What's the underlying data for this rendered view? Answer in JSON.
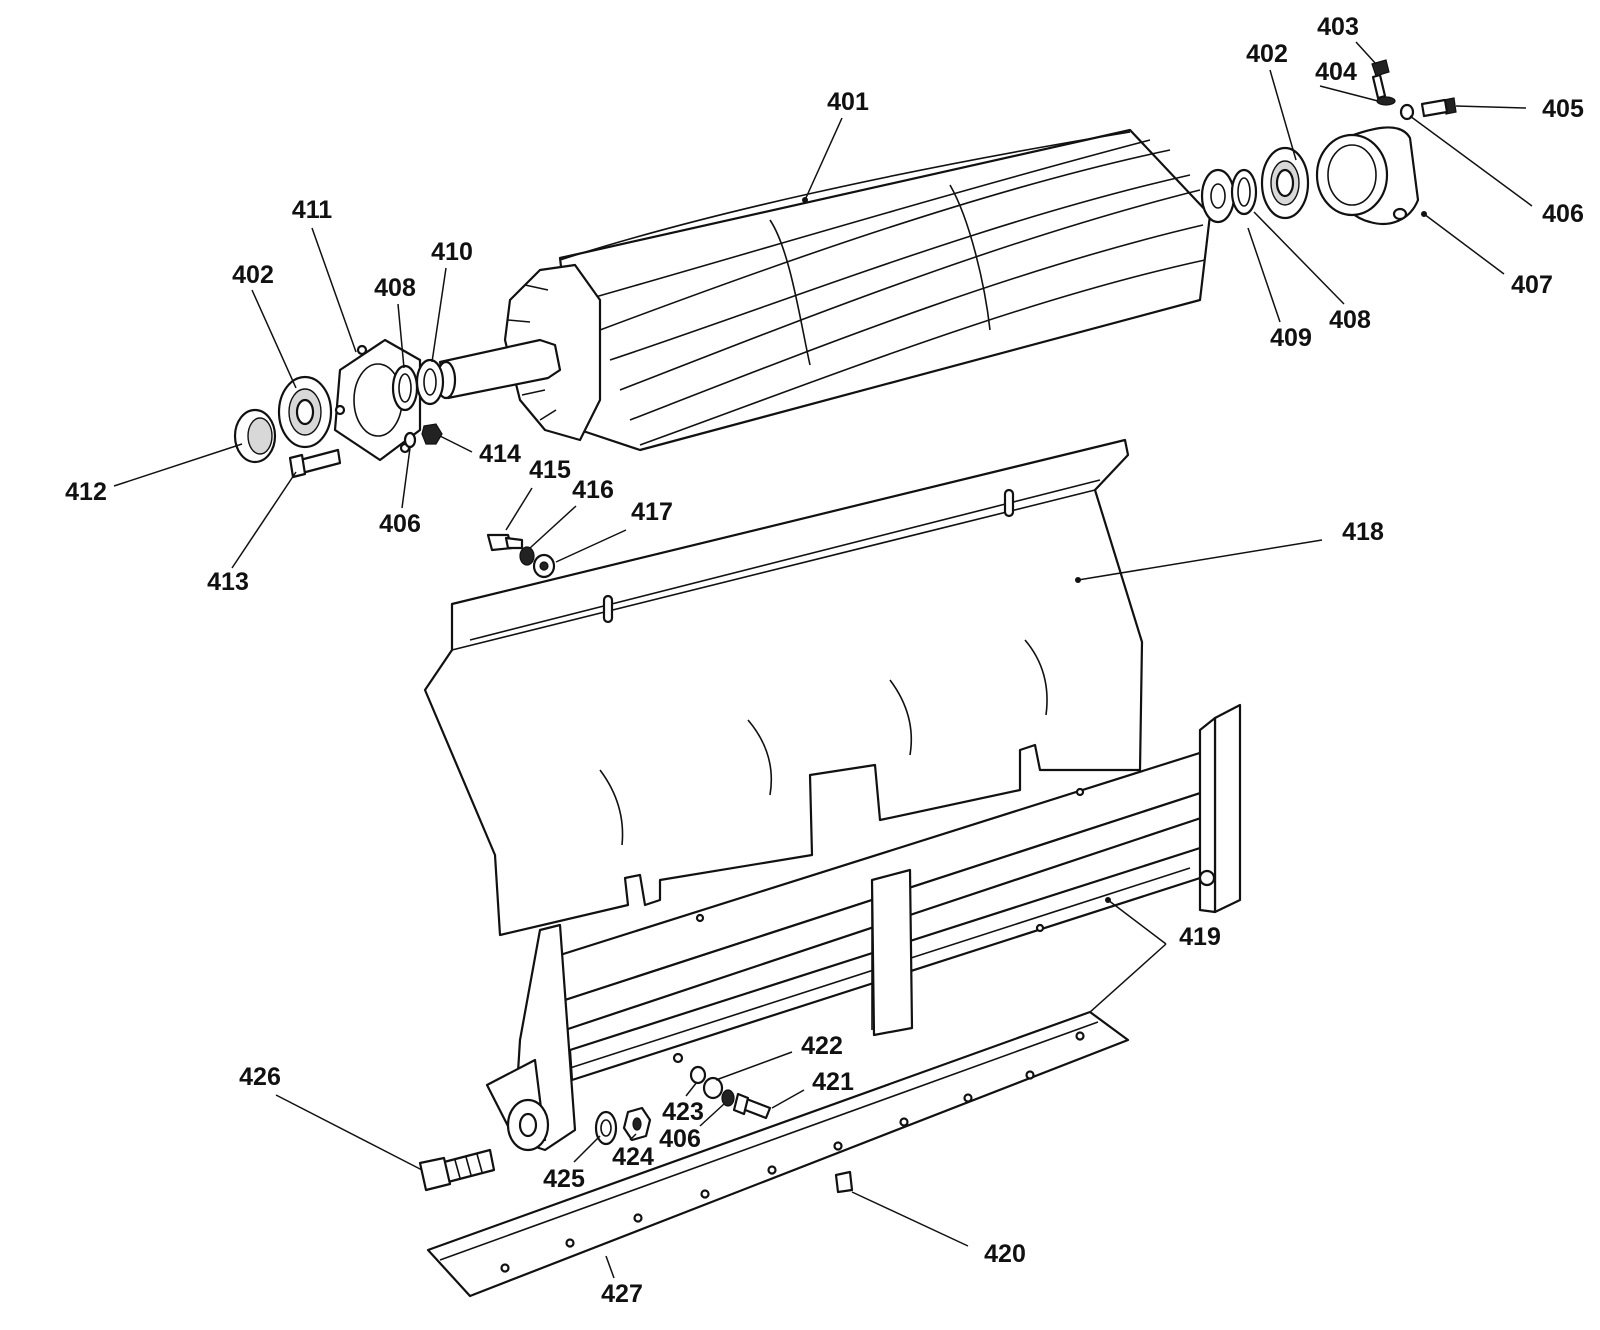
{
  "colors": {
    "ink": "#111111",
    "paper": "#ffffff",
    "shade": "#d8d8d8"
  },
  "callouts": {
    "c401": "401",
    "c402a": "402",
    "c402b": "402",
    "c403": "403",
    "c404": "404",
    "c405": "405",
    "c406a": "406",
    "c406b": "406",
    "c406c": "406",
    "c407": "407",
    "c408a": "408",
    "c408b": "408",
    "c409": "409",
    "c410": "410",
    "c411": "411",
    "c412": "412",
    "c413": "413",
    "c414": "414",
    "c415": "415",
    "c416": "416",
    "c417": "417",
    "c418": "418",
    "c419": "419",
    "c420": "420",
    "c421": "421",
    "c422": "422",
    "c423": "423",
    "c424": "424",
    "c425": "425",
    "c426": "426",
    "c427": "427"
  }
}
